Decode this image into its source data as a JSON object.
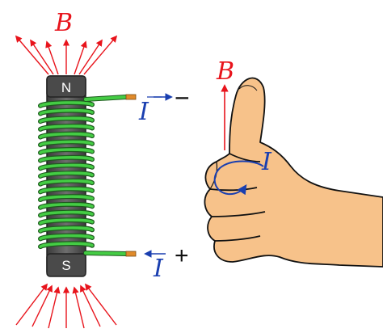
{
  "labels": {
    "field_top": "B",
    "current_top": "I",
    "sign_top": "−",
    "current_bottom": "I",
    "sign_bottom": "+",
    "hand_field": "B",
    "hand_current": "I",
    "pole_north": "N",
    "pole_south": "S"
  },
  "colors": {
    "field_lines": "#e8141c",
    "current": "#1a3fb0",
    "coil": "#44cc44",
    "coil_dark": "#1e5a1e",
    "core": "#5a5a5a",
    "wire_end": "#e08a2a",
    "skin": "#f7c28a",
    "skin_outline": "#111111"
  },
  "icons": [
    "solenoid-icon",
    "hand-icon",
    "field-arrow-icon",
    "current-arrow-icon"
  ]
}
